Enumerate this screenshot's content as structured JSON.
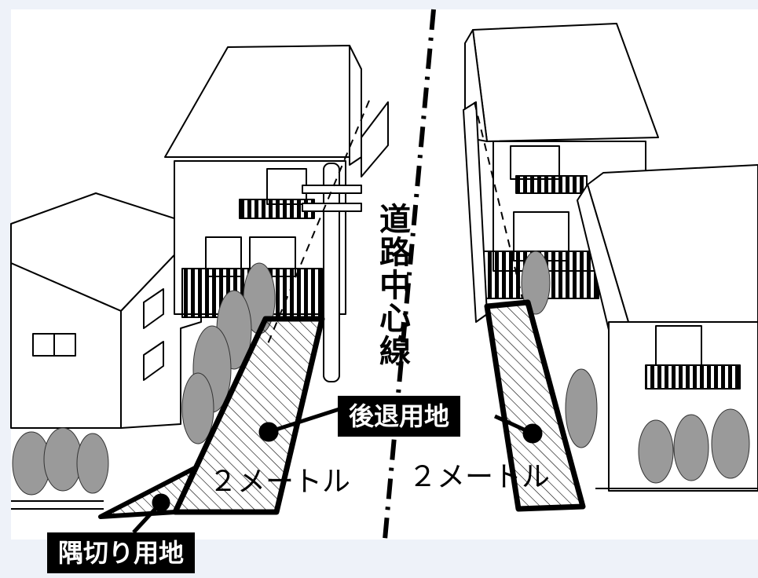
{
  "labels": {
    "road_center_line": "道路中心線",
    "setback_land": "後退用地",
    "corner_cut_land": "隅切り用地",
    "distance_left": "２メートル",
    "distance_right": "２メートル"
  },
  "colors": {
    "background": "#eef2f9",
    "canvas": "#ffffff",
    "ink": "#000000",
    "tree": "#9a9a9a"
  }
}
